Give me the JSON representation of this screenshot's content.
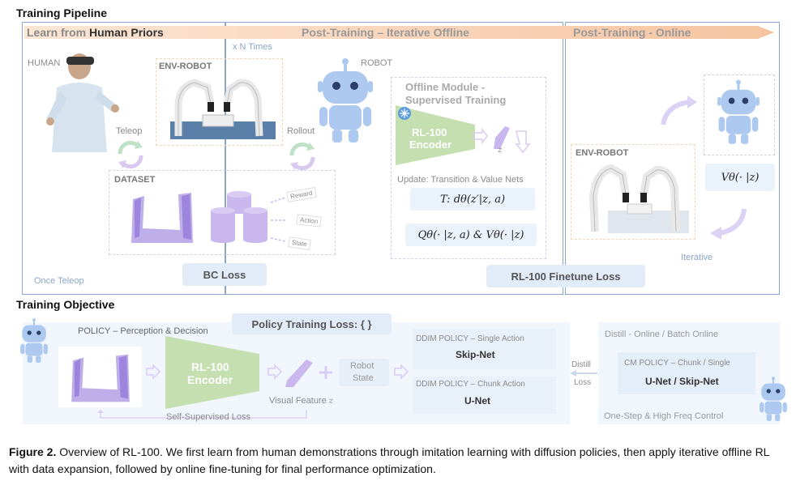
{
  "pipeline": {
    "title": "Training Pipeline",
    "band_learn_prefix": "Learn  from ",
    "band_learn_bold": "Human Priors",
    "band_post_offline": "Post-Training – Iterative Offline",
    "band_post_online": "Post-Training - Online",
    "human_label": "HUMAN",
    "env_robot_label": "ENV-ROBOT",
    "xn_times": "x N Times",
    "robot_label": "ROBOT",
    "teleop": "Teleop",
    "rollout": "Rollout",
    "dataset_label": "DATASET",
    "reward": "Reward",
    "action": "Action",
    "state": "State",
    "offline_module": "Offline Module -",
    "supervised_training": "Supervised Training",
    "encoder_line1": "RL-100",
    "encoder_line2": "Encoder",
    "z_label": "z",
    "update_label": "Update: Transition & Value Nets",
    "transition_formula": "T: dθ(z′|z, a)",
    "value_formula": "Qθ(· |z, a) & Vθ(· |z)",
    "online_env_robot": "ENV-ROBOT",
    "online_value": "Vθ(· |z)",
    "iterative": "Iterative",
    "once_teleop": "Once Teleop",
    "bc_loss": "BC Loss",
    "finetune_loss": "RL-100 Finetune Loss"
  },
  "objective": {
    "title": "Training Objective",
    "policy_training_loss": "Policy Training Loss: {      }",
    "policy_label": "POLICY – Perception & Decision",
    "encoder_line1": "RL-100",
    "encoder_line2": "Encoder",
    "visual_feature": "Visual Feature",
    "visual_feature_z": "z",
    "robot_state_line1": "Robot",
    "robot_state_line2": "State",
    "self_supervised": "Self-Supervised Loss",
    "ddim_single": "DDIM POLICY – Single Action",
    "skip_net": "Skip-Net",
    "ddim_chunk": "DDIM POLICY – Chunk Action",
    "u_net": "U-Net",
    "distill_line1": "Distill",
    "distill_line2": "Loss",
    "distill_online": "Distill - Online / Batch Online",
    "cm_policy": "CM POLICY – Chunk / Single",
    "unet_skipnet": "U-Net / Skip-Net",
    "one_step": "One-Step & High Freq Control"
  },
  "caption": {
    "figure": "Figure 2.",
    "text": " Overview of RL-100. We first learn from human demonstrations through imitation learning with diffusion policies, then apply iterative offline RL with data expansion, followed by online fine-tuning for final performance optimization."
  },
  "colors": {
    "frame": "#8aa6c8",
    "band": "#f6c9a6",
    "pill": "#e1ecf8",
    "encoder": "#c6dfb0",
    "purple": "#b5a0e6",
    "robot_blue": "#aec9ef"
  },
  "icons": [
    "robot-icon",
    "snowflake-icon",
    "cycle-arrow-icon",
    "cylinder-icon"
  ]
}
